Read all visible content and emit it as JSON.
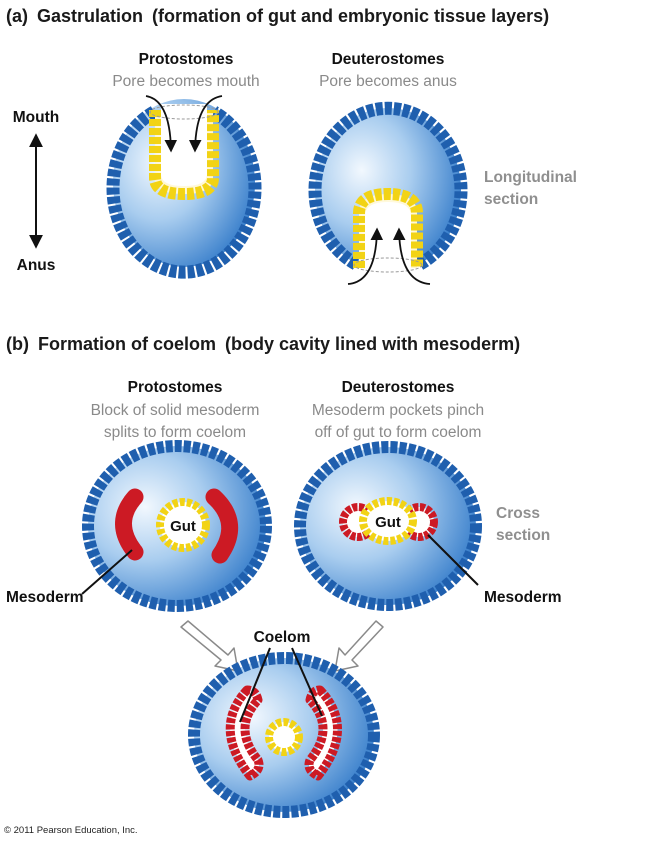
{
  "section_a": {
    "letter": "(a)",
    "title": "Gastrulation",
    "subtitle": "(formation of gut and embryonic tissue layers)",
    "protostomes": {
      "title": "Protostomes",
      "subtitle": "Pore becomes mouth"
    },
    "deuterostomes": {
      "title": "Deuterostomes",
      "subtitle": "Pore becomes anus"
    },
    "mouth_label": "Mouth",
    "anus_label": "Anus",
    "section_label_line1": "Longitudinal",
    "section_label_line2": "section"
  },
  "section_b": {
    "letter": "(b)",
    "title": "Formation of coelom",
    "subtitle": "(body cavity lined with mesoderm)",
    "protostomes": {
      "title": "Protostomes",
      "subtitle_line1": "Block of solid mesoderm",
      "subtitle_line2": "splits to form coelom"
    },
    "deuterostomes": {
      "title": "Deuterostomes",
      "subtitle_line1": "Mesoderm pockets pinch",
      "subtitle_line2": "off of gut to form coelom"
    },
    "gut_label": "Gut",
    "mesoderm_label": "Mesoderm",
    "section_label_line1": "Cross",
    "section_label_line2": "section",
    "coelom_label": "Coelom"
  },
  "copyright": "© 2011 Pearson Education, Inc.",
  "colors": {
    "ectoderm": "#1f5fae",
    "ectoderm_edge": "#0f3f7e",
    "blastocoel_light": "#dcebf8",
    "blastocoel_dark": "#2a74c6",
    "endoderm": "#f2d315",
    "mesoderm": "#cc1a24",
    "label_grey": "#8a8a8a"
  }
}
